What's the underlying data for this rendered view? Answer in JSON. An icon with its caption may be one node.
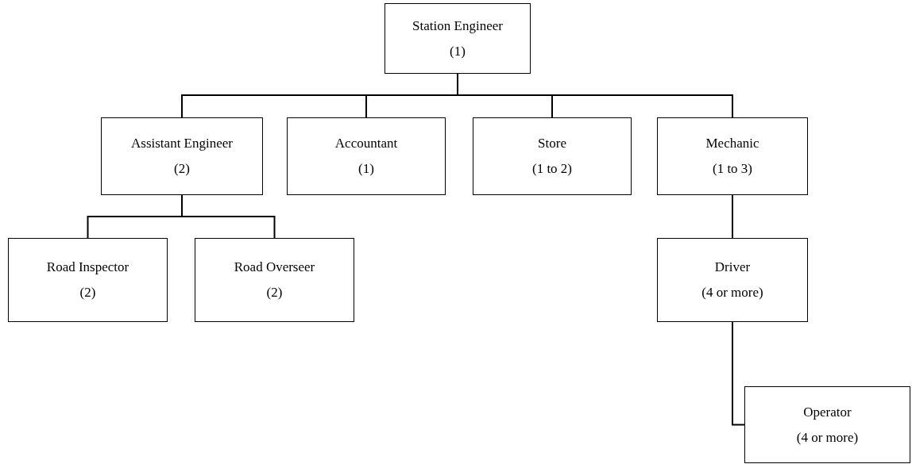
{
  "diagram": {
    "nodes": [
      {
        "text": [
          "Station Engineer",
          "(1)"
        ]
      },
      {
        "text": [
          "Assistant Engineer",
          "(2)"
        ]
      },
      {
        "text": [
          "Accountant",
          "(1)"
        ]
      },
      {
        "text": [
          "Store",
          "(1 to 2)"
        ]
      },
      {
        "text": [
          "Mechanic",
          "(1 to 3)"
        ]
      },
      {
        "text": [
          "Road Inspector",
          "(2)"
        ]
      },
      {
        "text": [
          "Road Overseer",
          "(2)"
        ]
      },
      {
        "text": [
          "Driver",
          "(4 or more)"
        ]
      },
      {
        "text": [
          "Operator",
          "(4 or more)"
        ]
      }
    ],
    "edges": [
      {
        "from": 0,
        "to": 1,
        "arrow": "none"
      },
      {
        "from": 0,
        "to": 2,
        "arrow": "none"
      },
      {
        "from": 0,
        "to": 3,
        "arrow": "none"
      },
      {
        "from": 0,
        "to": 4,
        "arrow": "none"
      },
      {
        "from": 1,
        "to": 5,
        "arrow": "none"
      },
      {
        "from": 1,
        "to": 6,
        "arrow": "none"
      },
      {
        "from": 4,
        "to": 7,
        "arrow": "none"
      },
      {
        "from": 7,
        "to": 8,
        "arrow": "none"
      }
    ]
  }
}
